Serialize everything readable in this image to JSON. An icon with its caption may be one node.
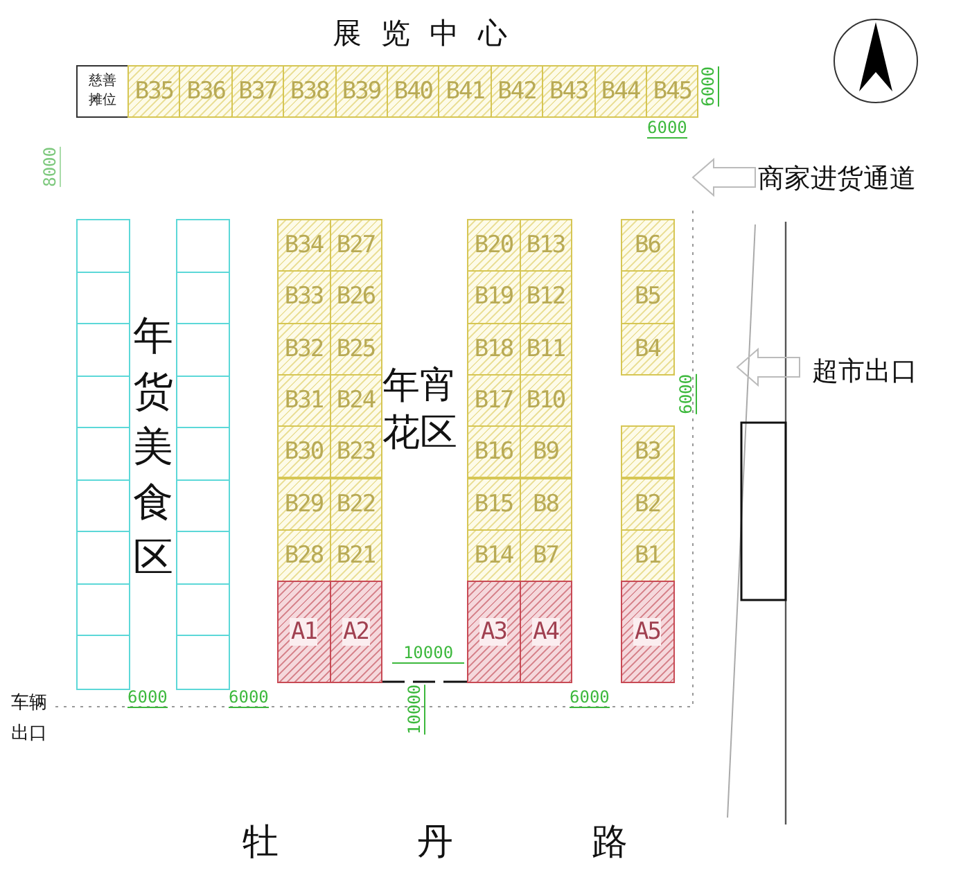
{
  "diagram": {
    "title": "展览中心",
    "nodes": [
      {
        "text": [
          "慈善摊位"
        ]
      },
      {
        "text": [
          "B35"
        ]
      },
      {
        "text": [
          "B36"
        ]
      },
      {
        "text": [
          "B37"
        ]
      },
      {
        "text": [
          "B38"
        ]
      },
      {
        "text": [
          "B39"
        ]
      },
      {
        "text": [
          "B40"
        ]
      },
      {
        "text": [
          "B41"
        ]
      },
      {
        "text": [
          "B42"
        ]
      },
      {
        "text": [
          "B43"
        ]
      },
      {
        "text": [
          "B44"
        ]
      },
      {
        "text": [
          "B45"
        ]
      },
      {
        "text": [],
        "shape": "box"
      },
      {
        "text": [],
        "shape": "box"
      },
      {
        "text": [],
        "shape": "box"
      },
      {
        "text": [],
        "shape": "box"
      },
      {
        "text": [],
        "shape": "box"
      },
      {
        "text": [],
        "shape": "box"
      },
      {
        "text": [],
        "shape": "box"
      },
      {
        "text": [],
        "shape": "box"
      },
      {
        "text": [],
        "shape": "box"
      },
      {
        "text": [],
        "shape": "box"
      },
      {
        "text": [],
        "shape": "box"
      },
      {
        "text": [],
        "shape": "box"
      },
      {
        "text": [],
        "shape": "box"
      },
      {
        "text": [],
        "shape": "box"
      },
      {
        "text": [],
        "shape": "box"
      },
      {
        "text": [],
        "shape": "box"
      },
      {
        "text": [],
        "shape": "box"
      },
      {
        "text": [],
        "shape": "box"
      },
      {
        "text": [
          "B34"
        ]
      },
      {
        "text": [
          "B27"
        ]
      },
      {
        "text": [
          "B20"
        ]
      },
      {
        "text": [
          "B13"
        ]
      },
      {
        "text": [
          "B6"
        ]
      },
      {
        "text": [
          "B33"
        ]
      },
      {
        "text": [
          "B26"
        ]
      },
      {
        "text": [
          "B19"
        ]
      },
      {
        "text": [
          "B12"
        ]
      },
      {
        "text": [
          "B5"
        ]
      },
      {
        "text": [
          "B32"
        ]
      },
      {
        "text": [
          "B25"
        ]
      },
      {
        "text": [
          "B18"
        ]
      },
      {
        "text": [
          "B11"
        ]
      },
      {
        "text": [
          "B4"
        ]
      },
      {
        "text": [
          "B31"
        ]
      },
      {
        "text": [
          "B24"
        ]
      },
      {
        "text": [
          "B17"
        ]
      },
      {
        "text": [
          "B10"
        ]
      },
      {
        "text": [
          "B30"
        ]
      },
      {
        "text": [
          "B23"
        ]
      },
      {
        "text": [
          "B16"
        ]
      },
      {
        "text": [
          "B9"
        ]
      },
      {
        "text": [
          "B3"
        ]
      },
      {
        "text": [
          "B29"
        ]
      },
      {
        "text": [
          "B22"
        ]
      },
      {
        "text": [
          "B15"
        ]
      },
      {
        "text": [
          "B8"
        ]
      },
      {
        "text": [
          "B2"
        ]
      },
      {
        "text": [
          "B28"
        ]
      },
      {
        "text": [
          "B21"
        ]
      },
      {
        "text": [
          "B14"
        ]
      },
      {
        "text": [
          "B7"
        ]
      },
      {
        "text": [
          "B1"
        ]
      },
      {
        "text": [
          "A1"
        ]
      },
      {
        "text": [
          "A2"
        ]
      },
      {
        "text": [
          "A3"
        ]
      },
      {
        "text": [
          "A4"
        ]
      },
      {
        "text": [
          "A5"
        ]
      }
    ],
    "labels": [
      "6000",
      "6000",
      "8000",
      "商家进货通道",
      "年货美食区",
      "年宵花区",
      "超市出口",
      "6000",
      "10000",
      "车辆出口",
      "6000",
      "6000",
      "10000",
      "6000",
      "牡丹路"
    ]
  }
}
